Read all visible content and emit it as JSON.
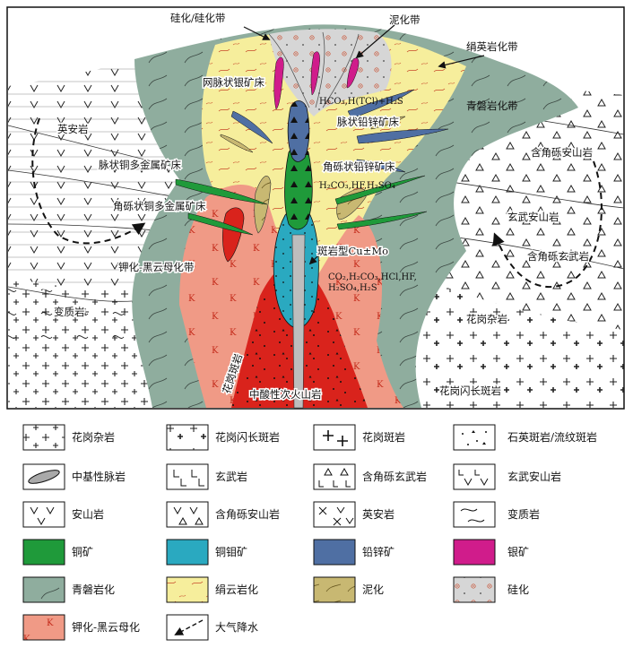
{
  "diagram": {
    "labels": {
      "silicification_top": "硅化/硅化带",
      "argillic_zone": "泥化带",
      "sericite_zone": "绢英岩化带",
      "stockwork_silver": "网脉状银矿床",
      "fluid_upper": "HCO₃,H(TCl)+H₂S",
      "propylitic_zone": "青磐岩化带",
      "vein_pbzn": "脉状铅锌矿床",
      "dacite": "英安岩",
      "vein_cu_poly": "脉状铜多金属矿床",
      "breccia_pbzn": "角砾状铅锌矿床",
      "fluid_mid": "H₂CO₃,HF,H₂SO₄",
      "hornblende_andesite": "含角砾安山岩",
      "breccia_cu_poly": "角砾状铜多金属矿床",
      "basaltic_andesite": "玄武安山岩",
      "porphyry_cu_mo": "斑岩型Cu±Mo",
      "breccia_basalt": "含角砾玄武岩",
      "potassic_biotite_zone": "钾化-黑云母化带",
      "fluid_lower_1": "CO₂,H₂CO₃,HCl,HF,",
      "fluid_lower_2": "H₂SO₄,H₂S",
      "metamorphic": "变质岩",
      "granitoid": "花岗杂岩",
      "granite_porphyry": "花岗斑岩",
      "subvolcanic": "中酸性次火山岩",
      "granodiorite_porphyry": "花岗闪长斑岩"
    }
  },
  "legend": [
    {
      "key": "granitoid",
      "label": "花岗杂岩"
    },
    {
      "key": "granodiorite_porphyry",
      "label": "花岗闪长斑岩"
    },
    {
      "key": "granite_porphyry",
      "label": "花岗斑岩"
    },
    {
      "key": "quartz_porphyry",
      "label": "石英斑岩/流纹斑岩"
    },
    {
      "key": "intermediate_dike",
      "label": "中基性脉岩"
    },
    {
      "key": "basalt",
      "label": "玄武岩"
    },
    {
      "key": "breccia_basalt",
      "label": "含角砾玄武岩"
    },
    {
      "key": "basaltic_andesite",
      "label": "玄武安山岩"
    },
    {
      "key": "andesite",
      "label": "安山岩"
    },
    {
      "key": "breccia_andesite",
      "label": "含角砾安山岩"
    },
    {
      "key": "dacite",
      "label": "英安岩"
    },
    {
      "key": "metamorphic",
      "label": "变质岩"
    },
    {
      "key": "copper_ore",
      "label": "铜矿"
    },
    {
      "key": "cumo_ore",
      "label": "铜钼矿"
    },
    {
      "key": "pbzn_ore",
      "label": "铅锌矿"
    },
    {
      "key": "silver_ore",
      "label": "银矿"
    },
    {
      "key": "propylitic",
      "label": "青磐岩化"
    },
    {
      "key": "sericitization",
      "label": "绢云岩化"
    },
    {
      "key": "argillic",
      "label": "泥化"
    },
    {
      "key": "silicification",
      "label": "硅化"
    },
    {
      "key": "potassic",
      "label": "钾化-黑云母化"
    },
    {
      "key": "meteoric",
      "label": "大气降水"
    }
  ],
  "colors": {
    "propylitic": "#8fad9e",
    "sericite": "#f6ee9c",
    "argillic": "#c8b872",
    "silicic": "#d3d3d3",
    "potassic": "#f09a86",
    "subvolcanic": "#d9231c",
    "copper": "#1f9a3a",
    "cumo": "#2aa9c0",
    "pbzn": "#4f6fa3",
    "silver": "#d01c8b",
    "dike": "#a9a9a9"
  }
}
